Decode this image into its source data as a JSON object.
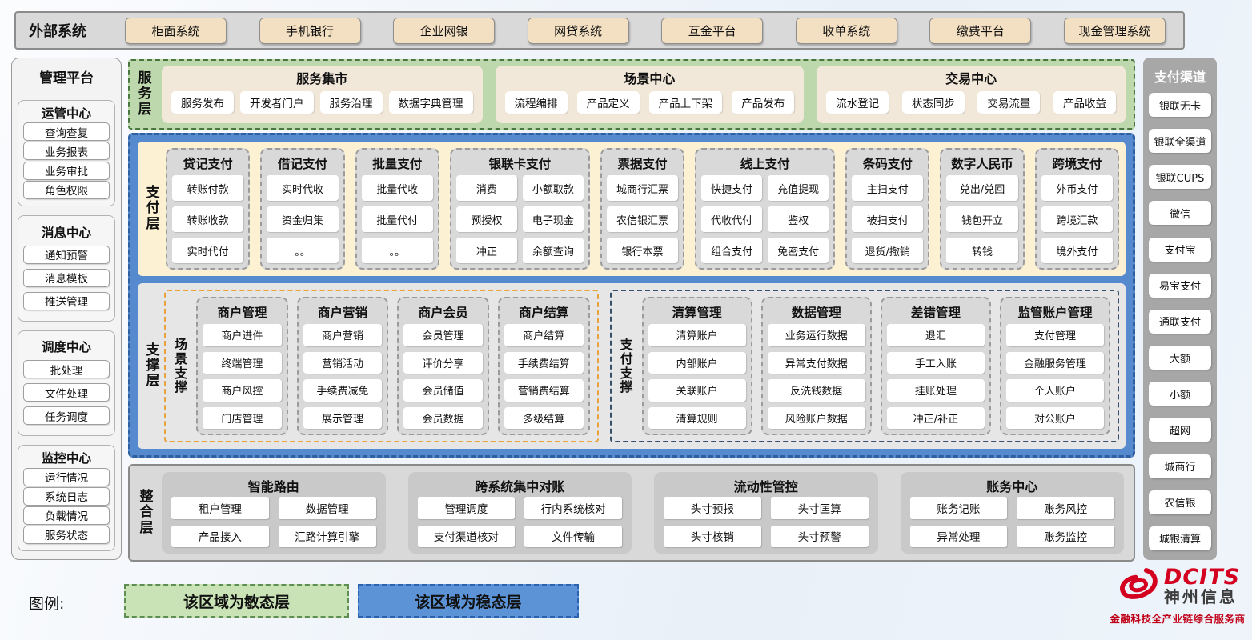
{
  "external": {
    "label": "外部系统",
    "systems": [
      "柜面系统",
      "手机银行",
      "企业网银",
      "网贷系统",
      "互金平台",
      "收单系统",
      "缴费平台",
      "现金管理系统"
    ]
  },
  "management": {
    "title": "管理平台",
    "groups": [
      {
        "title": "运管中心",
        "items": [
          "查询查复",
          "业务报表",
          "业务审批",
          "角色权限"
        ]
      },
      {
        "title": "消息中心",
        "items": [
          "通知预警",
          "消息模板",
          "推送管理"
        ]
      },
      {
        "title": "调度中心",
        "items": [
          "批处理",
          "文件处理",
          "任务调度"
        ]
      },
      {
        "title": "监控中心",
        "items": [
          "运行情况",
          "系统日志",
          "负载情况",
          "服务状态"
        ]
      }
    ]
  },
  "service_layer": {
    "label": "服务层",
    "panels": [
      {
        "title": "服务集市",
        "items": [
          "服务发布",
          "开发者门户",
          "服务治理",
          "数据字典管理"
        ]
      },
      {
        "title": "场景中心",
        "items": [
          "流程编排",
          "产品定义",
          "产品上下架",
          "产品发布"
        ]
      },
      {
        "title": "交易中心",
        "items": [
          "流水登记",
          "状态同步",
          "交易流量",
          "产品收益"
        ]
      }
    ]
  },
  "payment_layer": {
    "label": "支付层",
    "groups": [
      {
        "title": "贷记支付",
        "cols": 1,
        "items": [
          "转账付款",
          "转账收款",
          "实时代付"
        ]
      },
      {
        "title": "借记支付",
        "cols": 1,
        "items": [
          "实时代收",
          "资金归集",
          "。。"
        ]
      },
      {
        "title": "批量支付",
        "cols": 1,
        "items": [
          "批量代收",
          "批量代付",
          "。。"
        ]
      },
      {
        "title": "银联卡支付",
        "cols": 2,
        "items": [
          "消费",
          "小额取款",
          "预授权",
          "电子现金",
          "冲正",
          "余额查询"
        ]
      },
      {
        "title": "票据支付",
        "cols": 1,
        "items": [
          "城商行汇票",
          "农信银汇票",
          "银行本票"
        ]
      },
      {
        "title": "线上支付",
        "cols": 2,
        "items": [
          "快捷支付",
          "充值提现",
          "代收代付",
          "鉴权",
          "组合支付",
          "免密支付"
        ]
      },
      {
        "title": "条码支付",
        "cols": 1,
        "items": [
          "主扫支付",
          "被扫支付",
          "退货/撤销"
        ]
      },
      {
        "title": "数字人民币",
        "cols": 1,
        "items": [
          "兑出/兑回",
          "钱包开立",
          "转钱"
        ]
      },
      {
        "title": "跨境支付",
        "cols": 1,
        "items": [
          "外币支付",
          "跨境汇款",
          "境外支付"
        ]
      }
    ]
  },
  "support_layer": {
    "label": "支撑层",
    "regions": [
      {
        "label": "场景支撑",
        "accent": "#E8A33D",
        "flex": 1,
        "groups": [
          {
            "title": "商户管理",
            "items": [
              "商户进件",
              "终端管理",
              "商户风控",
              "门店管理"
            ]
          },
          {
            "title": "商户营销",
            "items": [
              "商户营销",
              "营销活动",
              "手续费减免",
              "展示管理"
            ]
          },
          {
            "title": "商户会员",
            "items": [
              "会员管理",
              "评价分享",
              "会员储值",
              "会员数据"
            ]
          },
          {
            "title": "商户结算",
            "items": [
              "商户结算",
              "手续费结算",
              "营销费结算",
              "多级结算"
            ]
          }
        ]
      },
      {
        "label": "支付支撑",
        "accent": "#35506B",
        "flex": 1.18,
        "groups": [
          {
            "title": "清算管理",
            "items": [
              "清算账户",
              "内部账户",
              "关联账户",
              "清算规则"
            ]
          },
          {
            "title": "数据管理",
            "items": [
              "业务运行数据",
              "异常支付数据",
              "反洗钱数据",
              "风险账户数据"
            ]
          },
          {
            "title": "差错管理",
            "items": [
              "退汇",
              "手工入账",
              "挂账处理",
              "冲正/补正"
            ]
          },
          {
            "title": "监管账户管理",
            "items": [
              "支付管理",
              "金融服务管理",
              "个人账户",
              "对公账户"
            ]
          }
        ]
      }
    ]
  },
  "integration_layer": {
    "label": "整合层",
    "panels": [
      {
        "title": "智能路由",
        "items": [
          "租户管理",
          "数据管理",
          "产品接入",
          "汇路计算引擎"
        ]
      },
      {
        "title": "跨系统集中对账",
        "items": [
          "管理调度",
          "行内系统核对",
          "支付渠道核对",
          "文件传输"
        ]
      },
      {
        "title": "流动性管控",
        "items": [
          "头寸预报",
          "头寸匡算",
          "头寸核销",
          "头寸预警"
        ]
      },
      {
        "title": "账务中心",
        "items": [
          "账务记账",
          "账务风控",
          "异常处理",
          "账务监控"
        ]
      }
    ]
  },
  "channels": {
    "title": "支付渠道",
    "items": [
      "银联无卡",
      "银联全渠道",
      "银联CUPS",
      "微信",
      "支付宝",
      "易宝支付",
      "通联支付",
      "大额",
      "小额",
      "超网",
      "城商行",
      "农信银",
      "城银清算"
    ]
  },
  "legend": {
    "label": "图例:",
    "agile": "该区域为敏态层",
    "stable": "该区域为稳态层"
  },
  "logo": {
    "name": "DCITS",
    "company": "神州信息",
    "tagline": "金融科技全产业链综合服务商"
  },
  "colors": {
    "agile_green_bg": "#C9E3B6",
    "agile_green_border": "#5D8F53",
    "stable_blue_bg": "#5B93D6",
    "stable_blue_border": "#2A62AD",
    "scene_support_accent": "#E8A33D",
    "payment_support_accent": "#35506B",
    "external_button_bg": "#F3DFC1",
    "logo_red": "#D40020"
  }
}
